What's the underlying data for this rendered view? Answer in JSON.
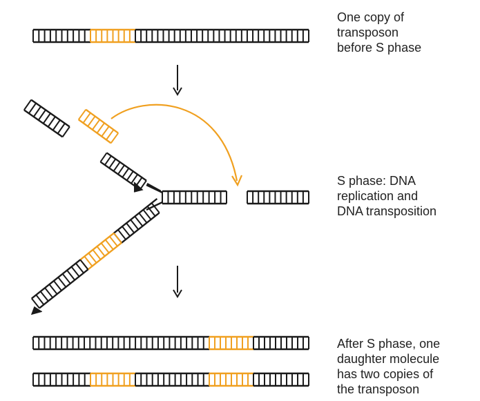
{
  "captions": {
    "before": "One copy of\ntransposon\nbefore S phase",
    "during": "S phase: DNA\nreplication and\nDNA transposition",
    "after": "After S phase, one\ndaughter molecule\nhas two copies of\nthe transposon"
  },
  "colors": {
    "dna": "#1a1a1a",
    "transposon": "#f0a020",
    "text": "#222222",
    "arrow": "#1a1a1a"
  },
  "icons": {
    "step_arrow": "down-arrow-icon",
    "transposition_arrow": "curved-arrow-icon",
    "replication_direction": "arrowhead-icon"
  }
}
